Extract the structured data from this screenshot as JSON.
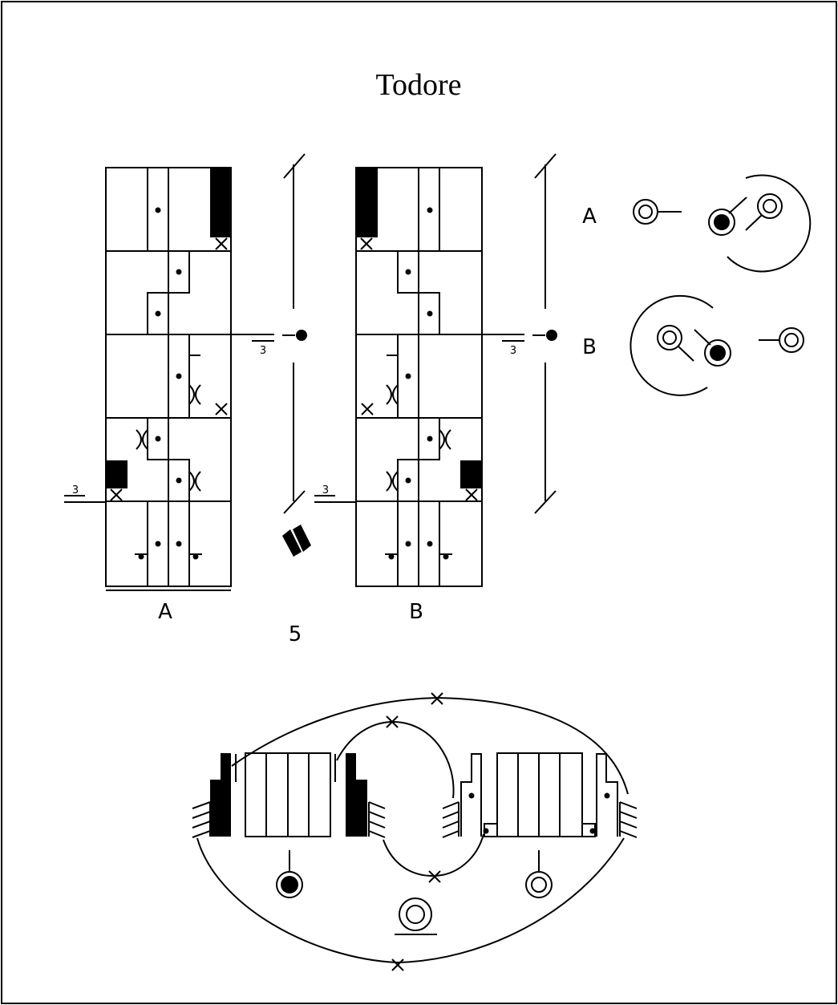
{
  "title": "Todore",
  "figure_number": "5",
  "panels": [
    {
      "label": "A",
      "tempo_mark": "3"
    },
    {
      "label": "B",
      "tempo_mark": "3"
    }
  ],
  "floor_patterns": [
    {
      "label": "A"
    },
    {
      "label": "B"
    }
  ],
  "colors": {
    "ink": "#000000",
    "paper": "#ffffff"
  }
}
